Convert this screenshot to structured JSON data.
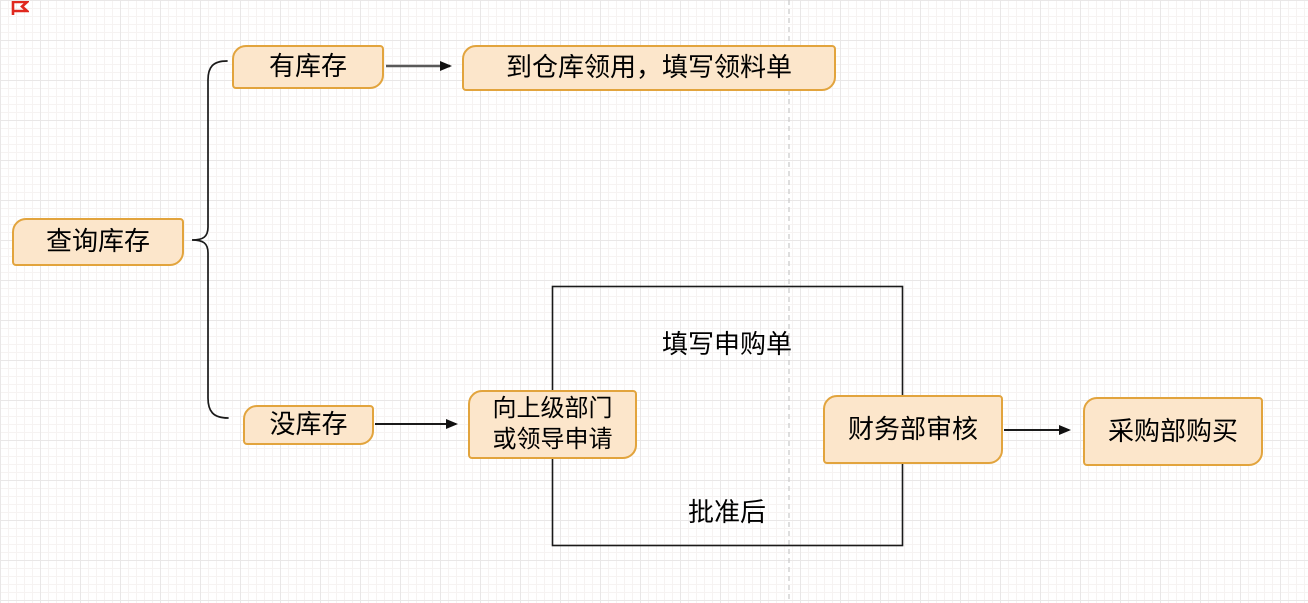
{
  "app": {
    "description": "inventory purchase flowchart",
    "marker_icon": "red-flag-icon"
  },
  "theme": {
    "node_fill": "#fce6cb",
    "node_border": "#e2a43d",
    "text_color": "#000000",
    "connector_color": "#1a1a1a",
    "arrow_gray": "#595959",
    "grid_minor": "#f6f3f2",
    "grid_major": "#e9e7e7",
    "dashed_guide": "#c9c9c9",
    "marker_red": "#e0281e"
  },
  "nodes": {
    "query_stock": {
      "label": "查询库存"
    },
    "has_stock": {
      "label": "有库存"
    },
    "warehouse_pick": {
      "label": "到仓库领用，填写领料单"
    },
    "no_stock": {
      "label": "没库存"
    },
    "apply_superior": {
      "line1": "向上级部门",
      "line2": "或领导申请"
    },
    "finance_review": {
      "label": "财务部审核"
    },
    "purchasing_buy": {
      "label": "采购部购买"
    }
  },
  "floating_labels": {
    "fill_purchase_request": {
      "text": "填写申购单"
    },
    "after_approval": {
      "text": "批准后"
    }
  }
}
